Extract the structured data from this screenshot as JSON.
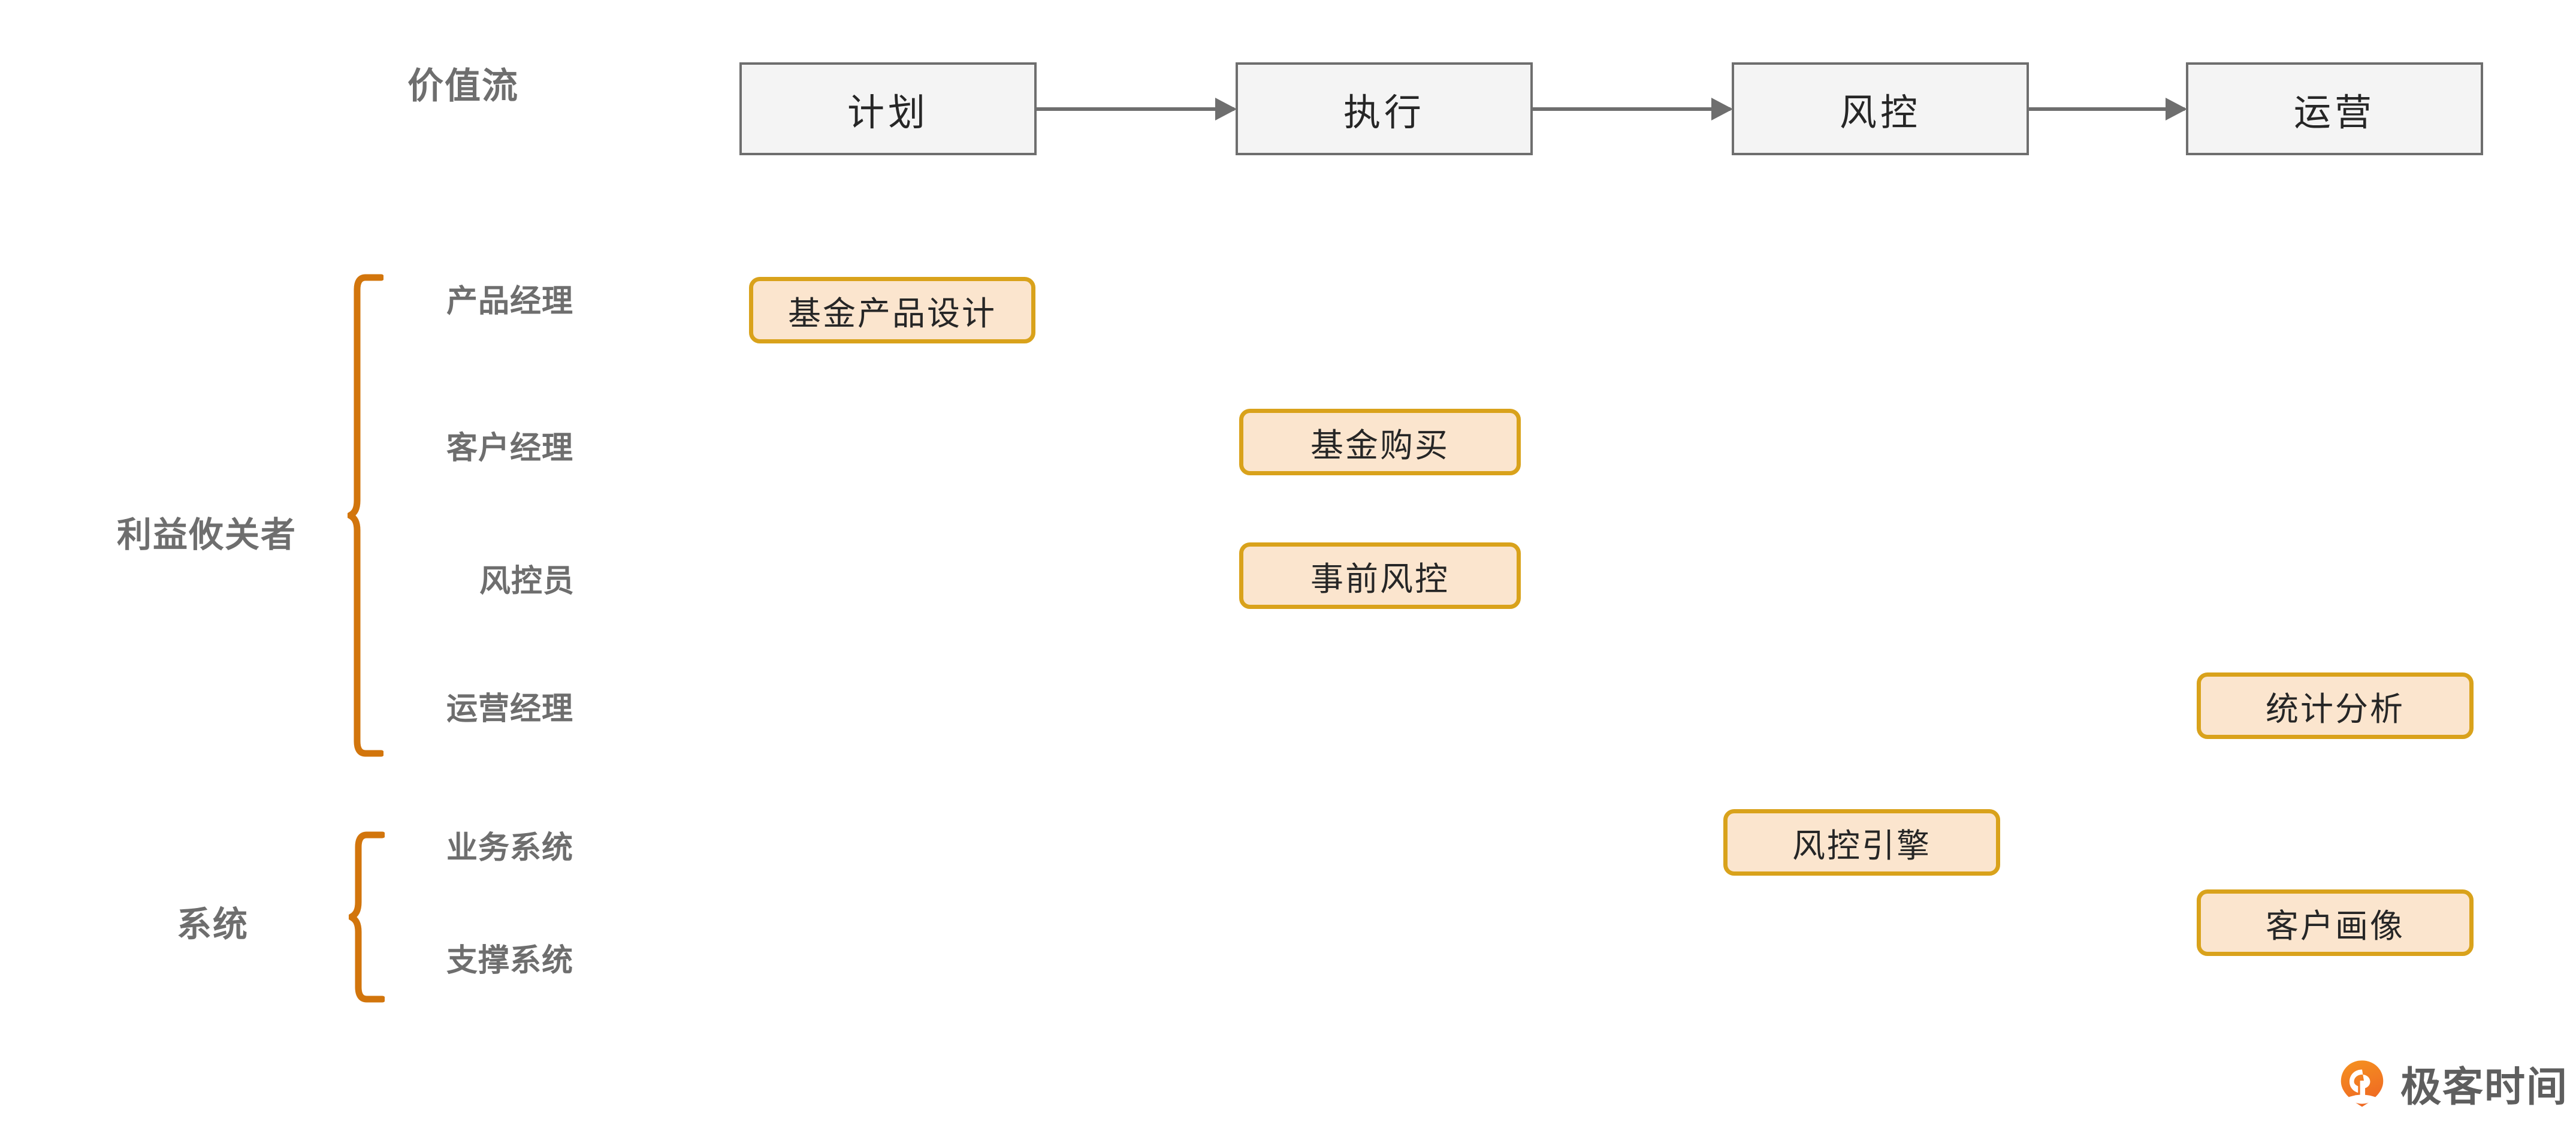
{
  "value_stream": {
    "label": "价值流",
    "stages": [
      {
        "label": "计划"
      },
      {
        "label": "执行"
      },
      {
        "label": "风控"
      },
      {
        "label": "运营"
      }
    ]
  },
  "groups": [
    {
      "title": "利益攸关者"
    },
    {
      "title": "系统"
    }
  ],
  "lanes": [
    {
      "label": "产品经理"
    },
    {
      "label": "客户经理"
    },
    {
      "label": "风控员"
    },
    {
      "label": "运营经理"
    },
    {
      "label": "业务系统"
    },
    {
      "label": "支撑系统"
    }
  ],
  "activities": [
    {
      "label": "基金产品设计",
      "stage": "计划",
      "lane": "产品经理"
    },
    {
      "label": "基金购买",
      "stage": "执行",
      "lane": "客户经理"
    },
    {
      "label": "事前风控",
      "stage": "执行",
      "lane": "风控员"
    },
    {
      "label": "统计分析",
      "stage": "运营",
      "lane": "运营经理"
    },
    {
      "label": "风控引擎",
      "stage": "风控",
      "lane": "业务系统"
    },
    {
      "label": "客户画像",
      "stage": "运营",
      "lane": "支撑系统"
    }
  ],
  "watermark": {
    "text": "极客时间",
    "icon": "geektime-pin-logo"
  },
  "colors": {
    "stage_fill": "#f4f4f4",
    "stage_border": "#6e6e6e",
    "label_gray": "#6e6e6e",
    "chip_fill": "#fbe5ce",
    "chip_border": "#d9a21b",
    "brace_orange": "#d2750c",
    "logo_orange": "#f07a22"
  }
}
